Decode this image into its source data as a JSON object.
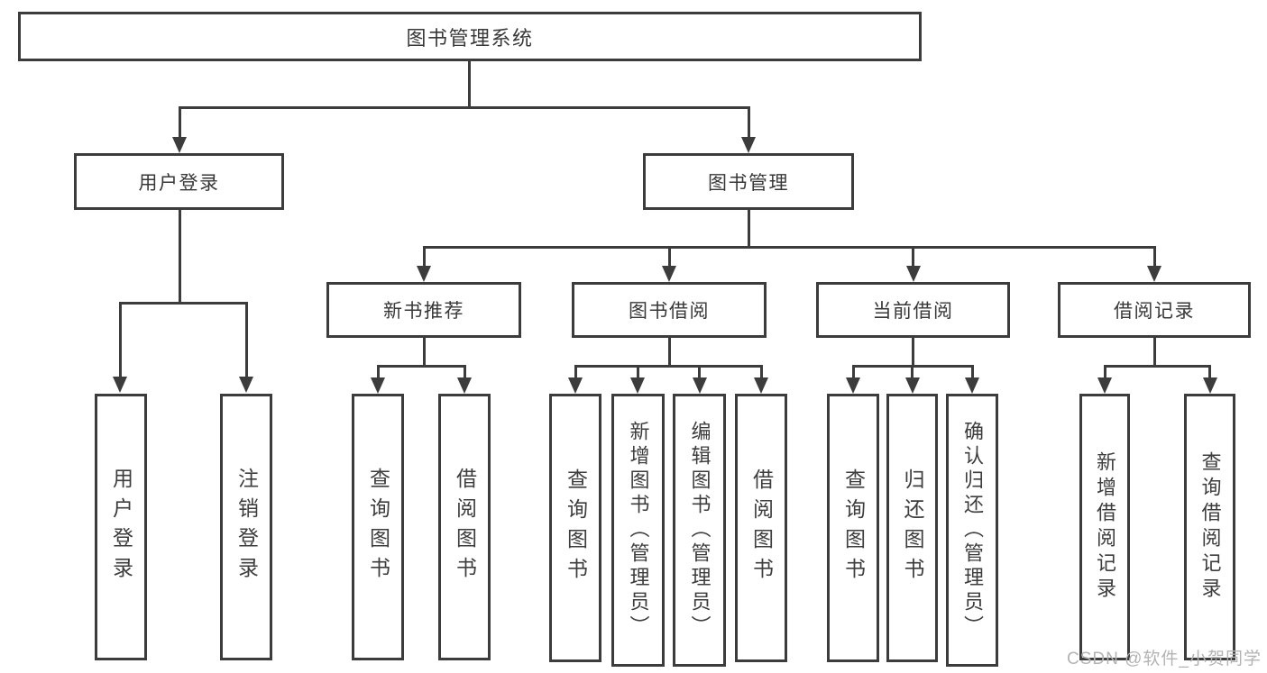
{
  "tree": {
    "root": "图书管理系统",
    "branches": [
      {
        "label": "用户登录",
        "children": [
          "用户登录",
          "注销登录"
        ]
      },
      {
        "label": "图书管理",
        "groups": [
          {
            "label": "新书推荐",
            "children": [
              "查询图书",
              "借阅图书"
            ]
          },
          {
            "label": "图书借阅",
            "children": [
              "查询图书",
              "新增图书（管理员）",
              "编辑图书（管理员）",
              "借阅图书"
            ]
          },
          {
            "label": "当前借阅",
            "children": [
              "查询图书",
              "归还图书",
              "确认归还（管理员）"
            ]
          },
          {
            "label": "借阅记录",
            "children": [
              "新增借阅记录",
              "查询借阅记录"
            ]
          }
        ]
      }
    ]
  },
  "watermark": {
    "text": "CSDN @软件_小贺同学"
  },
  "colors": {
    "line": "#3c3c3c",
    "text": "#3a3a3a",
    "box_fill": "#ffffff",
    "watermark": "#b3b3b3",
    "background": "#ffffff"
  }
}
